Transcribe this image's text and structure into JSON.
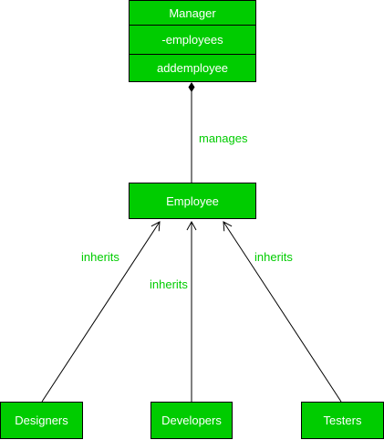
{
  "diagram": {
    "colors": {
      "node_fill": "#00cc00",
      "node_text": "#ffffff",
      "node_border": "#000000",
      "edge_line": "#000000",
      "edge_label": "#00cc00"
    },
    "manager": {
      "name": "Manager",
      "attribute": "-employees",
      "method": "addemployee"
    },
    "employee": {
      "name": "Employee"
    },
    "subclasses": {
      "designers": "Designers",
      "developers": "Developers",
      "testers": "Testers"
    },
    "edges": {
      "manages": "manages",
      "inherits_designers": "inherits",
      "inherits_developers": "inherits",
      "inherits_testers": "inherits"
    }
  }
}
